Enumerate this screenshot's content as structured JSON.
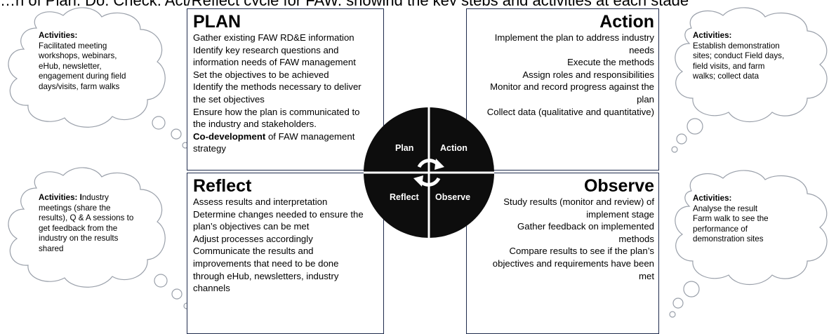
{
  "top_caption": "…n of Plan, Do, Check, Act/Reflect cycle for FAW, showing the key steps and activities at each stage",
  "plan": {
    "title": "PLAN",
    "lines": [
      "Gather existing FAW RD&E information",
      "Identify key research questions and",
      "information needs of FAW management",
      "Set the objectives to be achieved",
      "Identify the methods necessary to deliver",
      "the set objectives",
      "Ensure how the plan is communicated to",
      "the industry and stakeholders."
    ],
    "bold_line_bold": "Co-development",
    "bold_line_rest": " of FAW management",
    "last_line": "strategy"
  },
  "action": {
    "title": "Action",
    "lines": [
      "Implement the plan to address industry",
      "needs",
      "Execute the methods",
      "Assign roles and responsibilities",
      "Monitor and record progress against the",
      "plan",
      "Collect data (qualitative and quantitative)"
    ]
  },
  "reflect": {
    "title": "Reflect",
    "lines": [
      "Assess results and interpretation",
      "Determine changes needed to ensure the",
      "plan’s objectives can be met",
      "Adjust processes accordingly",
      "Communicate the results and",
      "improvements that need to be done",
      "through eHub, newsletters, industry",
      "channels"
    ]
  },
  "observe": {
    "title": "Observe",
    "lines": [
      "Study results (monitor and review) of",
      "implement stage",
      "Gather feedback on implemented",
      "methods",
      "Compare results to see if the plan’s",
      "objectives and requirements have been",
      "met"
    ]
  },
  "cycle": {
    "plan": "Plan",
    "action": "Action",
    "reflect": "Reflect",
    "observe": "Observe"
  },
  "clouds": {
    "plan": {
      "heading": "Activities:",
      "lines": [
        "Facilitated meeting",
        "workshops, webinars,",
        "eHub, newsletter,",
        "engagement during field",
        "days/visits, farm walks"
      ]
    },
    "action": {
      "heading": "Activities:",
      "lines": [
        "Establish demonstration",
        "sites; conduct Field days,",
        "field visits, and farm",
        "walks; collect data"
      ]
    },
    "reflect": {
      "heading": "Activities: I",
      "heading_rest": "ndustry",
      "lines": [
        "meetings (share the",
        "results), Q & A sessions to",
        "get feedback from the",
        "industry on the results",
        "shared"
      ]
    },
    "observe": {
      "heading": "Activities:",
      "lines": [
        "Analyse the result",
        "Farm walk to see the",
        "performance of",
        "demonstration sites"
      ]
    }
  },
  "colors": {
    "box_border": "#1f2b4d",
    "cloud_border": "#9aa0aa",
    "cycle_fill": "#0d0d0d"
  }
}
